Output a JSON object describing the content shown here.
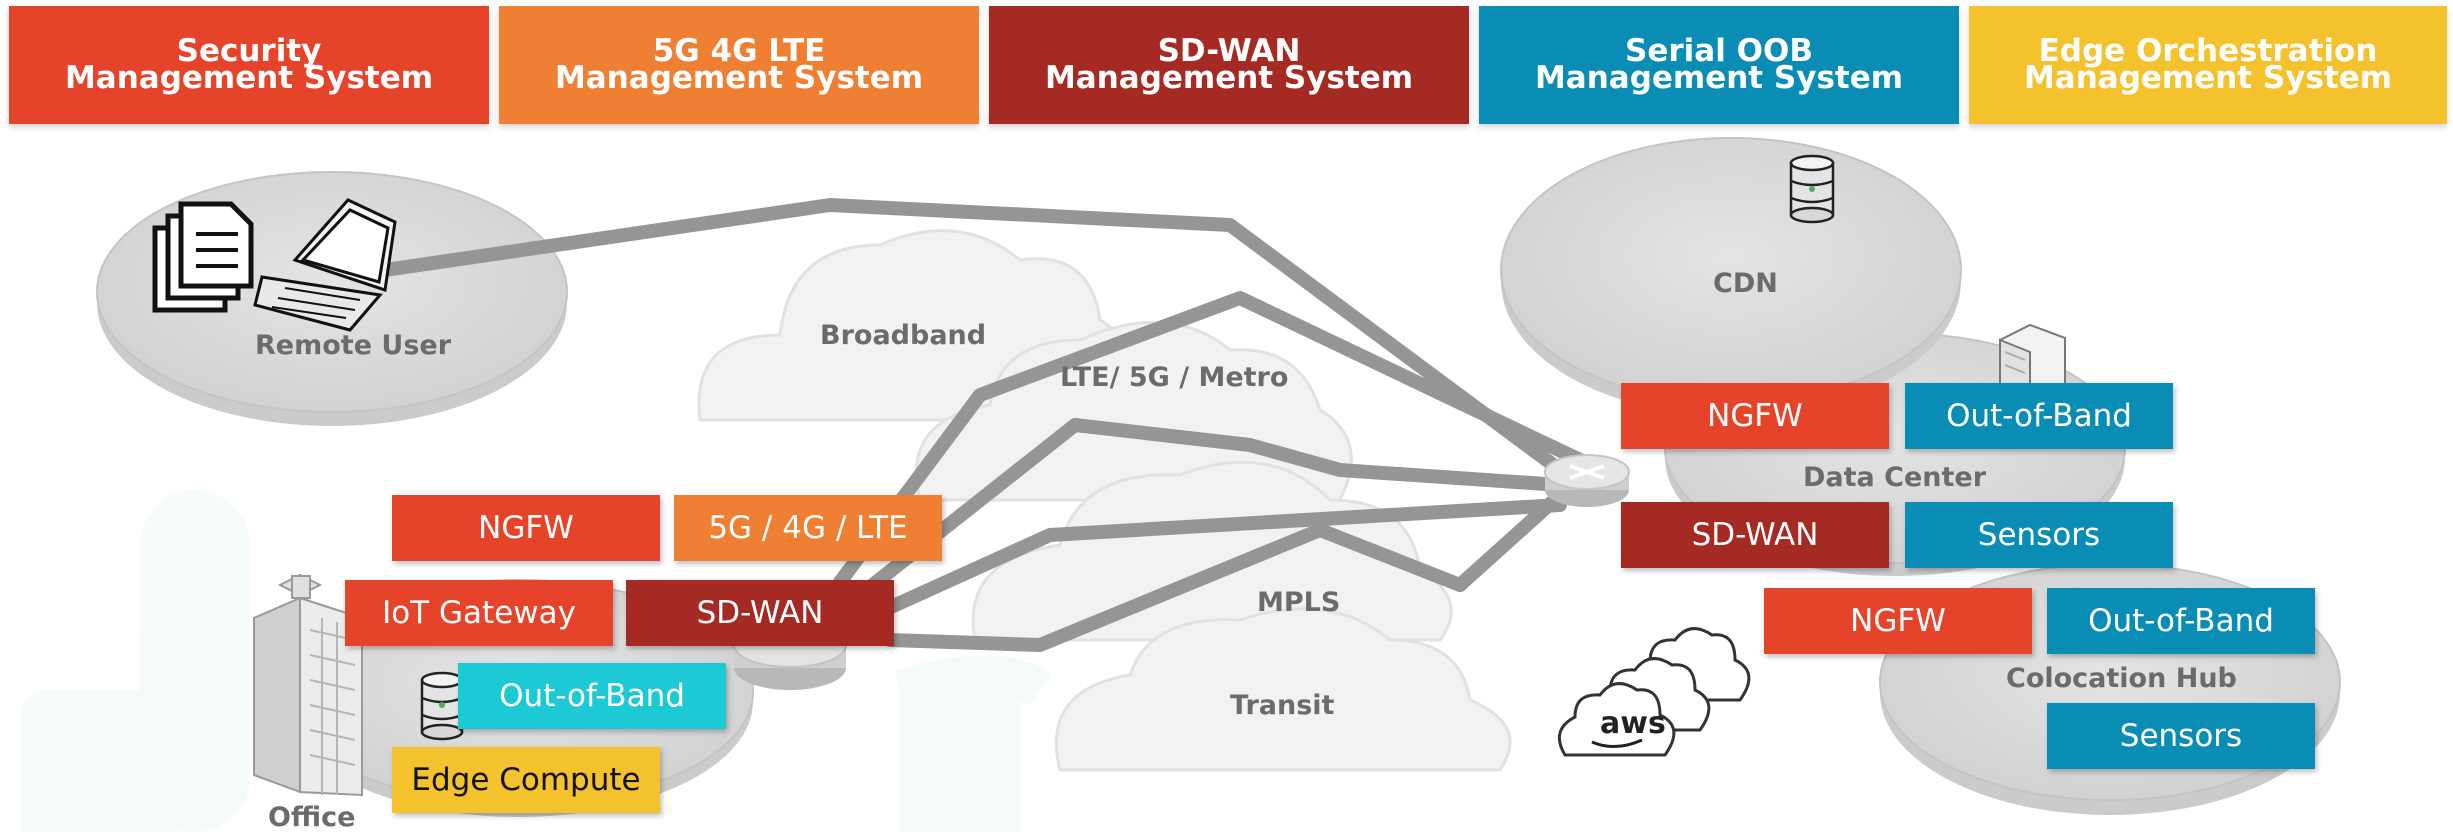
{
  "colors": {
    "security": "#e5432a",
    "lte": "#ee7f33",
    "sdwan": "#a52a24",
    "oob": "#0a8db4",
    "edge": "#f4c22d",
    "cyan": "#1ec9d6",
    "link": "#959595",
    "cloud": "#f0f0f0",
    "disc": "#dcdcdc"
  },
  "headers": [
    {
      "line1": "Security",
      "line2": "Management System"
    },
    {
      "line1": "5G 4G LTE",
      "line2": "Management System"
    },
    {
      "line1": "SD-WAN",
      "line2": "Management System"
    },
    {
      "line1": "Serial OOB",
      "line2": "Management System"
    },
    {
      "line1": "Edge Orchestration",
      "line2": "Management System"
    }
  ],
  "sites": {
    "remote_user": "Remote User",
    "office": "Office",
    "cdn": "CDN",
    "data_center": "Data Center",
    "colocation_hub": "Colocation Hub"
  },
  "networks": {
    "broadband": "Broadband",
    "lte_metro": "LTE/ 5G / Metro",
    "mpls": "MPLS",
    "transit": "Transit"
  },
  "office_boxes": {
    "ngfw": "NGFW",
    "lte": "5G / 4G / LTE",
    "iot": "IoT Gateway",
    "sdwan": "SD-WAN",
    "oob": "Out-of-Band",
    "edge": "Edge Compute"
  },
  "dc_boxes": {
    "ngfw": "NGFW",
    "oob": "Out-of-Band",
    "sdwan": "SD-WAN",
    "sensors": "Sensors"
  },
  "colo_boxes": {
    "ngfw": "NGFW",
    "oob": "Out-of-Band",
    "sensors": "Sensors"
  },
  "aws_logo": "aws"
}
